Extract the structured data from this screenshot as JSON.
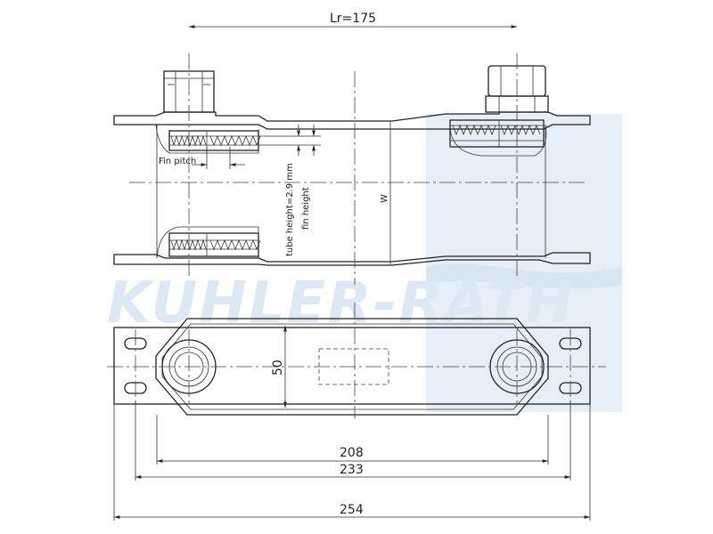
{
  "watermark": {
    "text": "KUHLER-RATH"
  },
  "dimensions": {
    "lr": "Lr=175",
    "width_code": "W",
    "flange_width": "50",
    "d208": "208",
    "d233": "233",
    "d254": "254"
  },
  "labels": {
    "fin_pitch": "Fin pitch",
    "tube_height": "tube height=2.9 mm",
    "fin_height": "fin height"
  },
  "colors": {
    "line": "#222222",
    "watermark": "#dce8f3",
    "watermark_block": "#e4eef8"
  }
}
